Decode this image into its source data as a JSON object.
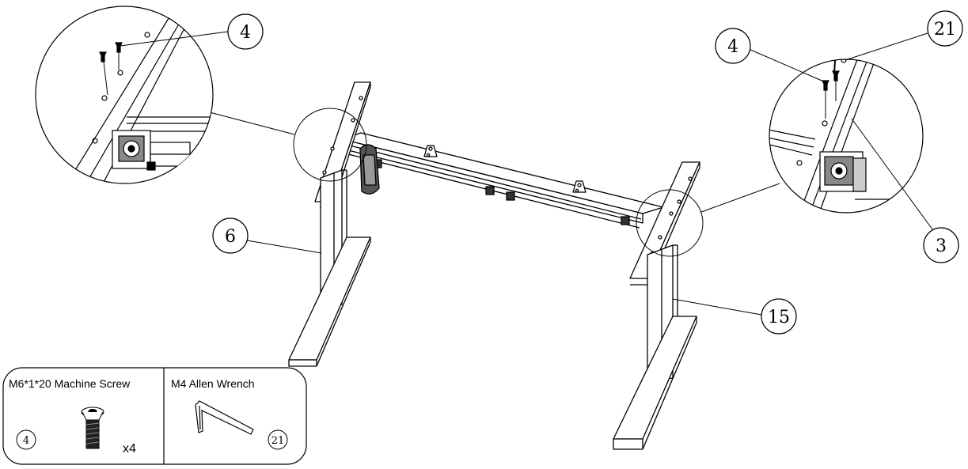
{
  "callouts": {
    "left_detail_screw": "4",
    "right_detail_screw": "4",
    "right_detail_wrench": "21",
    "crossbar": "3",
    "left_leg": "6",
    "right_leg": "15"
  },
  "parts_box": {
    "screw": {
      "label": "M6*1*20 Machine Screw",
      "callout": "4",
      "quantity": "x4"
    },
    "wrench": {
      "label": "M4 Allen Wrench",
      "callout": "21"
    }
  }
}
